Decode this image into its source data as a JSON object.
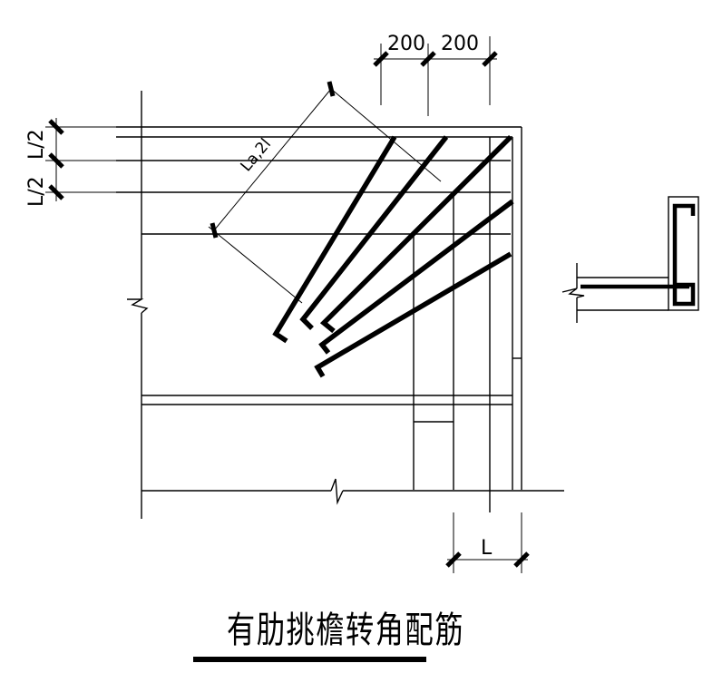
{
  "title": "有肋挑檐转角配筋",
  "dimensions": {
    "top_left": "200",
    "top_right": "200",
    "bottom": "L",
    "left_upper": "L/2",
    "left_lower": "L/2",
    "diagonal": "La,2l"
  }
}
